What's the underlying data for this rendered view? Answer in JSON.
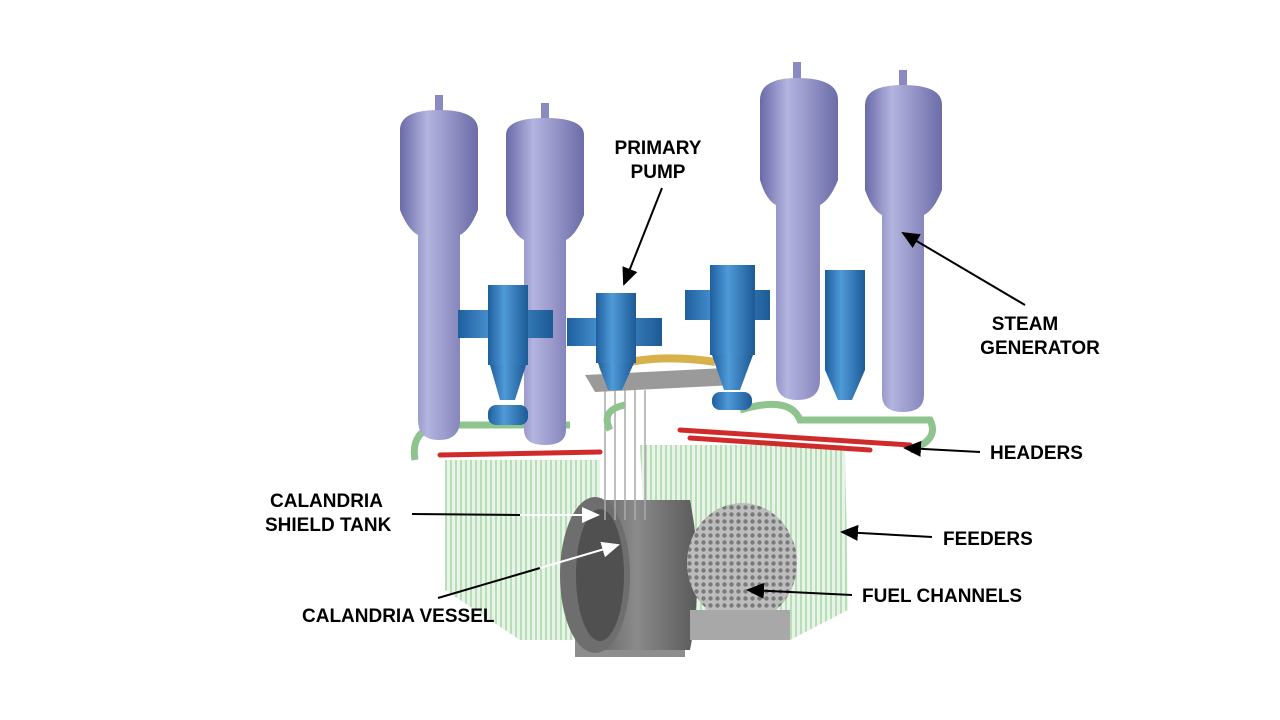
{
  "labels": {
    "primary_pump": [
      "PRIMARY",
      "PUMP"
    ],
    "steam_generator": [
      "STEAM",
      "GENERATOR"
    ],
    "headers": "HEADERS",
    "feeders": "FEEDERS",
    "fuel_channels": "FUEL CHANNELS",
    "calandria_shield_tank": [
      "CALANDRIA",
      "SHIELD  TANK"
    ],
    "calandria_vessel": "CALANDRIA  VESSEL"
  },
  "colors": {
    "steam_generator": "#9a9ad0",
    "pump": "#3b7fc0",
    "feeder": "#9fd39f",
    "header": "#d02a2a",
    "calandria": "#7a7a7a"
  }
}
